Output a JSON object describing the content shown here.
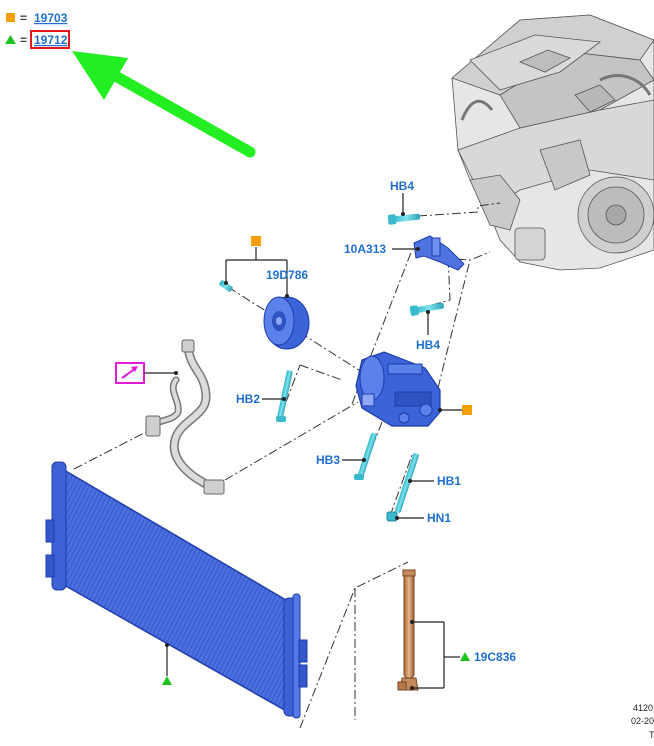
{
  "legend": {
    "square_ref": "19703",
    "triangle_ref": "19712",
    "equals": "=",
    "square_color": "#f5a000",
    "triangle_color": "#1ec31e"
  },
  "callouts": {
    "hb4_top": "HB4",
    "c10a313": "10A313",
    "c19d786": "19D786",
    "hb4_bottom": "HB4",
    "hb2": "HB2",
    "hb3": "HB3",
    "hb1": "HB1",
    "hn1": "HN1",
    "c19c836": "19C836"
  },
  "footer": {
    "code": "4120",
    "date": "02-20",
    "tail": "T"
  },
  "colors": {
    "label_blue": "#1f6fd1",
    "part_blue": "#3a64d8",
    "highlight_red": "#e3141c",
    "arrow_green": "#22ee22",
    "magenta": "#e11ad9"
  }
}
